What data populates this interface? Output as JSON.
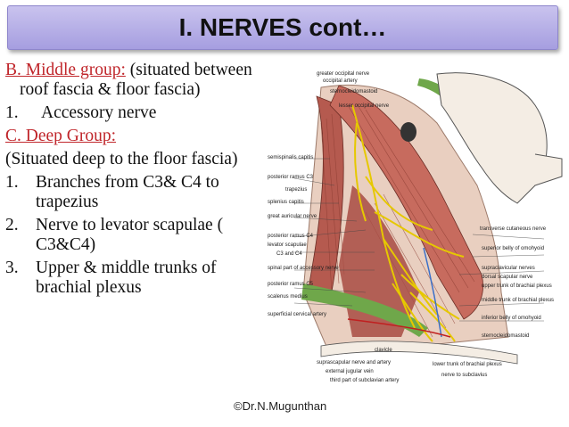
{
  "title": "I. NERVES cont…",
  "content": {
    "middle_group_label": "B. Middle group:",
    "middle_group_rest": " (situated between roof fascia & floor fascia)",
    "item_accessory": {
      "num": "1.",
      "text": "Accessory nerve"
    },
    "deep_group_label": "C. Deep Group:",
    "deep_group_desc": "(Situated deep to the floor fascia)",
    "deep_items": [
      {
        "num": "1.",
        "text": "Branches from C3& C4 to trapezius"
      },
      {
        "num": "2.",
        "text": "Nerve to levator scapulae ( C3&C4)"
      },
      {
        "num": "3.",
        "text": "Upper & middle trunks of  brachial plexus"
      }
    ]
  },
  "figure": {
    "labels_left": [
      "semispinalis capitis",
      "posterior ramus C3",
      "trapezius",
      "splenius capitis",
      "great auricular nerve",
      "posterior ramus C4",
      "levator scapulae",
      "C3 and C4",
      "spinal part of accessory nerve",
      "posterior ramus C5",
      "scalenus medius",
      "superficial cervical artery"
    ],
    "labels_top": [
      "greater occipital nerve",
      "occipital artery",
      "sternocleidomastoid",
      "lesser occipital nerve"
    ],
    "labels_right": [
      "transverse cutaneous nerve",
      "superior belly of omohyoid",
      "supraclavicular nerves",
      "dorsal scapular nerve",
      "upper trunk of brachial plexus",
      "middle trunk of brachial plexus",
      "inferior belly of omohyoid",
      "sternocleidomastoid"
    ],
    "labels_bottom": [
      "clavicle",
      "suprascapular nerve and artery",
      "external jugular vein",
      "third part of subclavian artery",
      "lower trunk of brachial plexus",
      "nerve to subclavius"
    ]
  },
  "credit": "©Dr.N.Mugunthan"
}
